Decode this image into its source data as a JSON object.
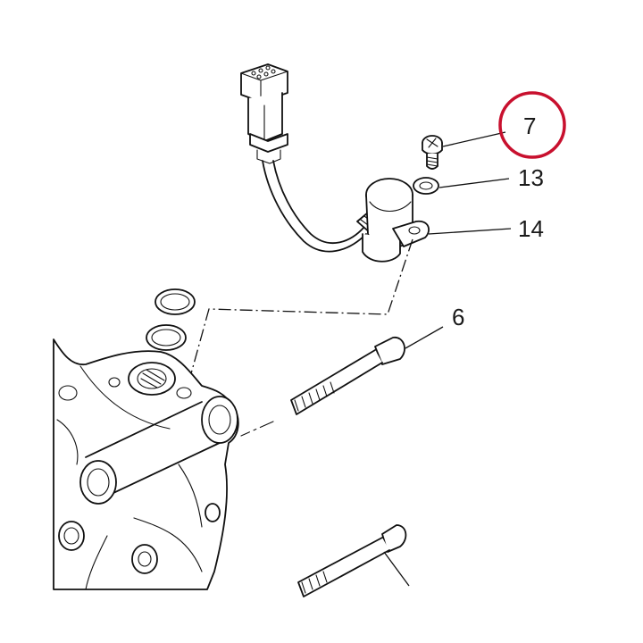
{
  "diagram": {
    "callouts": [
      {
        "id": "7",
        "label": "7",
        "highlighted": true
      },
      {
        "id": "13",
        "label": "13",
        "highlighted": false
      },
      {
        "id": "14",
        "label": "14",
        "highlighted": false
      },
      {
        "id": "6",
        "label": "6",
        "highlighted": false
      }
    ],
    "highlight_color": "#c8102e",
    "line_color": "#111111",
    "background_color": "#ffffff"
  }
}
